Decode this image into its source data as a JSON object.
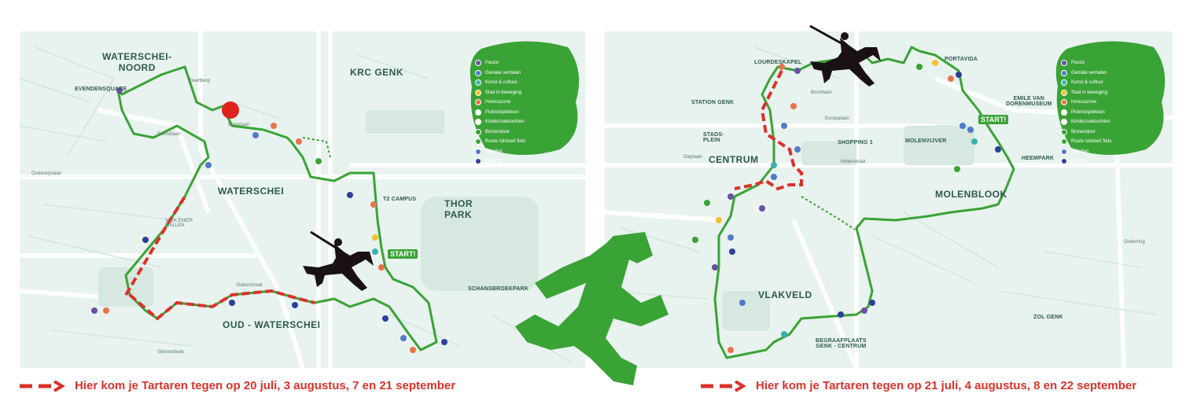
{
  "colors": {
    "map_bg": "#e8f2ee",
    "route_green": "#3aa336",
    "tartaren_red": "#d9322b",
    "legend_green": "#3aa336",
    "label_text": "#2e5a4f",
    "knight": "#1a1212"
  },
  "icons": [
    "route-arrow-icon",
    "runner-silhouette-icon",
    "knight-on-horse-icon",
    "legend-dot-icon"
  ],
  "legend": {
    "items": [
      {
        "label": "Pauze",
        "color": "#6a4fa3"
      },
      {
        "label": "Geniale verhalen",
        "color": "#4f7bc8"
      },
      {
        "label": "Kunst & cultuur",
        "color": "#3bb3b0"
      },
      {
        "label": "Stad in beweging",
        "color": "#f2c12e"
      },
      {
        "label": "Horecazone",
        "color": "#e8734a"
      },
      {
        "label": "Picknickplekken",
        "color": "#ffffff"
      },
      {
        "label": "Kinderzoektochten",
        "color": "#ffffff"
      },
      {
        "label": "Binnendoor",
        "color": "#3aa336"
      },
      {
        "label": "Route rolstoel/ fiets",
        "color": "#3aa336"
      },
      {
        "label": "Toiletten",
        "color": "#4f7bc8"
      },
      {
        "label": "Parking",
        "color": "#2d3f9b"
      }
    ]
  },
  "left_map": {
    "labels": {
      "waterschei_noord": "WATERSCHEI-\nNOORD",
      "krc_genk": "KRC GENK",
      "waterschei": "WATERSCHEI",
      "thor_park": "THOR\nPARK",
      "oud_waterschei": "OUD - WATERSCHEI",
      "t2_campus": "T2 CAMPUS",
      "schansbroekpark": "SCHANSBROEKPARK",
      "evendensquare": "EVENDENSQUARE",
      "onderwijslaan": "Onderwijslaan",
      "bimerlaan": "Bimerlaan",
      "schoollaan": "Schoollaan",
      "valkenierslei": "VALK ENIER\nWALLEN",
      "stiemerbeek": "Stiemerbeek",
      "stationstraat": "Stationstraat",
      "zwartberg": "Zwartberg"
    },
    "start": "START!"
  },
  "right_map": {
    "labels": {
      "lourdeskapel": "LOURDESKAPEL",
      "station_genk": "STATION GENK",
      "stadsplein": "STADS-\nPLEIN",
      "centrum": "CENTRUM",
      "shopping1": "SHOPPING 1",
      "molenvijver": "MOLENVIJVER",
      "molenblook": "MOLENBLOOK",
      "vlakveld": "VLAKVELD",
      "portavida": "PORTAVIDA",
      "emile_van_dorenmuseum": "EMILE VAN\nDORENMUSEUM",
      "heempark": "HEEMPARK",
      "zol_genk": "ZOL GENK",
      "begraafplaats": "BEGRAAFPLAATS\nGENK - CENTRUM",
      "europalaan": "Europalaan",
      "molenstraat": "Molenstraat",
      "dieplaan": "Dieplaan",
      "bochtlaan": "Bochtlaan",
      "onderring": "Onderring"
    },
    "start": "START!"
  },
  "captions": {
    "left": "Hier kom je Tartaren tegen op 20 juli, 3 augustus, 7 en 21 september",
    "right": "Hier kom je Tartaren tegen op 21 juli, 4 augustus, 8 en 22 september"
  }
}
